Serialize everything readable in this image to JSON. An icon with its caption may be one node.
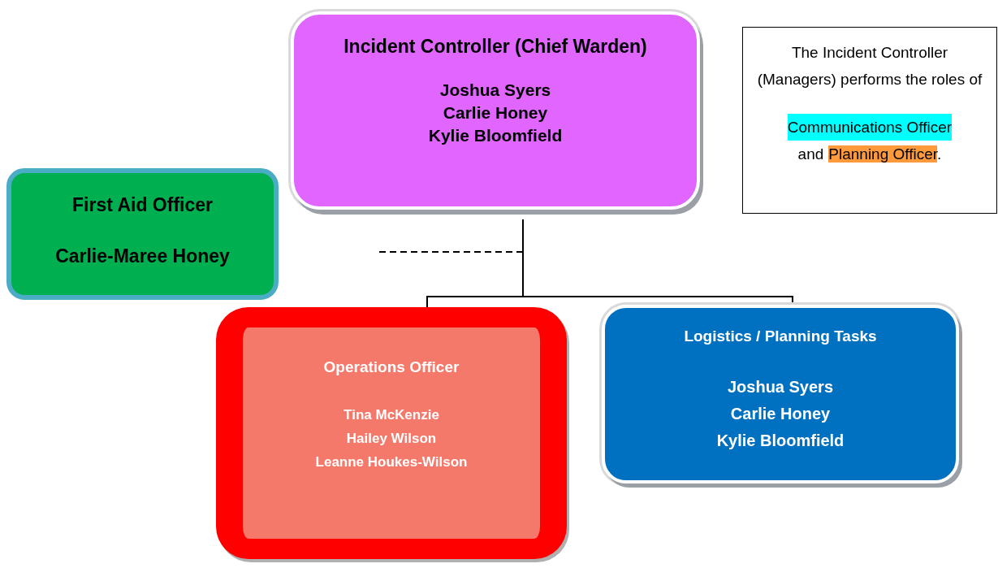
{
  "diagram": {
    "nodes": [
      {
        "text": [
          "Incident Controller (Chief Warden)",
          "Joshua Syers",
          "Carlie Honey",
          "Kylie Bloomfield"
        ]
      },
      {
        "text": [
          "First Aid Officer",
          "Carlie-Maree Honey"
        ]
      },
      {
        "text": [
          "Operations Officer",
          "Tina McKenzie",
          "Hailey Wilson",
          "Leanne Houkes-Wilson"
        ]
      },
      {
        "text": [
          "Logistics / Planning Tasks",
          "Joshua Syers",
          "Carlie Honey",
          "Kylie Bloomfield"
        ]
      },
      {
        "text": [
          "The Incident Controller (Managers) performs the roles of",
          "Communications Officer",
          "and",
          "Planning Officer",
          "."
        ]
      }
    ],
    "edges": [
      {
        "from": 0,
        "to": 2,
        "arrow": "none"
      },
      {
        "from": 0,
        "to": 3,
        "arrow": "none"
      },
      {
        "from": 0,
        "to": null,
        "arrow": "none",
        "style": "dashed"
      }
    ]
  }
}
